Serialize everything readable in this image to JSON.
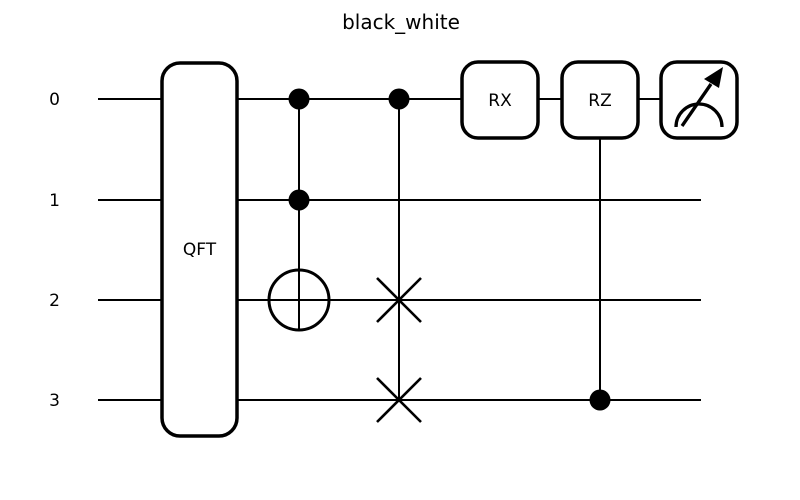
{
  "title": "black_white",
  "colors": {
    "foreground": "#000000",
    "background": "#ffffff"
  },
  "qubits": [
    {
      "label": "0"
    },
    {
      "label": "1"
    },
    {
      "label": "2"
    },
    {
      "label": "3"
    }
  ],
  "gates": {
    "qft_label": "QFT",
    "rx_label": "RX",
    "rz_label": "RZ"
  },
  "circuit": {
    "num_qubits": 4,
    "operations": [
      {
        "gate": "QFT",
        "qubits": [
          0,
          1,
          2,
          3
        ]
      },
      {
        "gate": "CCX",
        "controls": [
          0,
          1
        ],
        "target": 2
      },
      {
        "gate": "CSWAP",
        "control": 0,
        "targets": [
          2,
          3
        ]
      },
      {
        "gate": "RX",
        "qubit": 0
      },
      {
        "gate": "CRZ",
        "control": 3,
        "target": 0
      },
      {
        "gate": "measure",
        "qubit": 0
      }
    ]
  }
}
